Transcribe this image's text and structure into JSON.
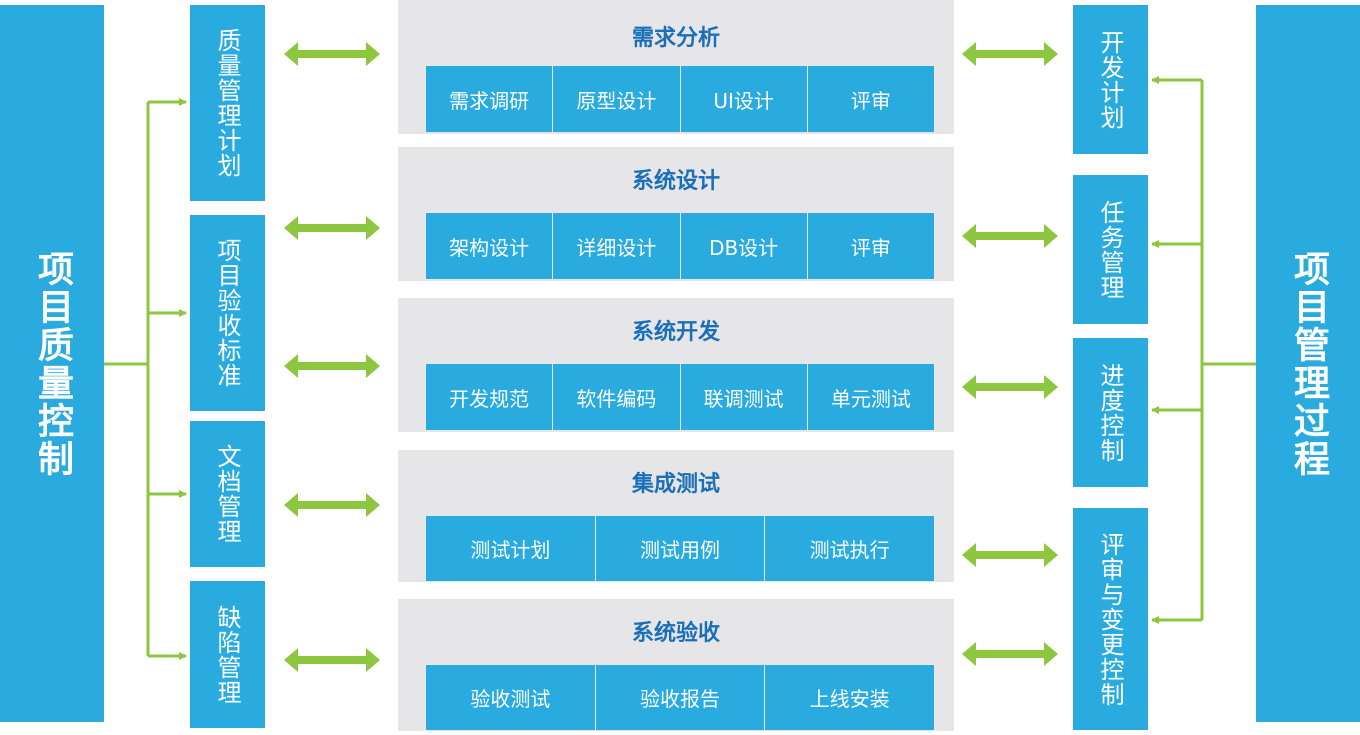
{
  "colors": {
    "primary_blue": "#29abe0",
    "title_blue": "#1a6fb8",
    "arrow_green": "#8dc63f",
    "panel_gray": "#e6e6e8"
  },
  "left_main": "项目质量控制",
  "right_main": "项目管理过程",
  "left_items": [
    "质量管理计划",
    "项目验收标准",
    "文档管理",
    "缺陷管理"
  ],
  "right_items": [
    "开发计划",
    "任务管理",
    "进度控制",
    "评审与变更控制"
  ],
  "phases": [
    {
      "title": "需求分析",
      "steps": [
        "需求调研",
        "原型设计",
        "UI设计",
        "评审"
      ]
    },
    {
      "title": "系统设计",
      "steps": [
        "架构设计",
        "详细设计",
        "DB设计",
        "评审"
      ]
    },
    {
      "title": "系统开发",
      "steps": [
        "开发规范",
        "软件编码",
        "联调测试",
        "单元测试"
      ]
    },
    {
      "title": "集成测试",
      "steps": [
        "测试计划",
        "测试用例",
        "测试执行"
      ]
    },
    {
      "title": "系统验收",
      "steps": [
        "验收测试",
        "验收报告",
        "上线安装"
      ]
    }
  ]
}
